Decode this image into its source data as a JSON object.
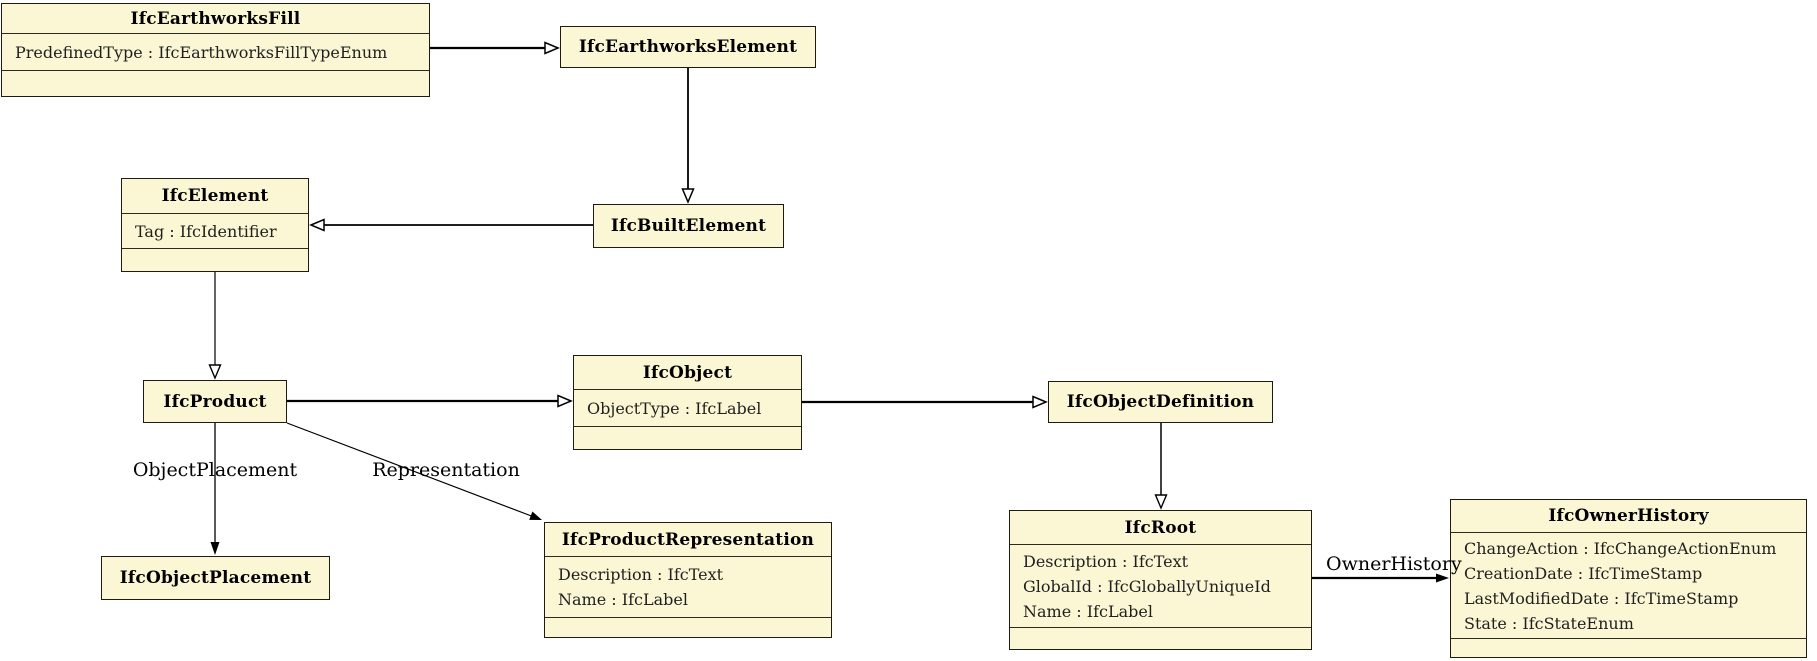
{
  "diagram": {
    "type": "uml-class-diagram",
    "subject": "IFC entity inheritance and associations"
  },
  "colors": {
    "class_fill": "#fbf7d4",
    "class_border": "#1c1c14",
    "edge_color": "#000000",
    "background": "#ffffff"
  },
  "classes": [
    {
      "name": "IfcEarthworksFill",
      "attributes": [
        "PredefinedType : IfcEarthworksFillTypeEnum"
      ]
    },
    {
      "name": "IfcEarthworksElement",
      "attributes": []
    },
    {
      "name": "IfcElement",
      "attributes": [
        "Tag : IfcIdentifier"
      ]
    },
    {
      "name": "IfcBuiltElement",
      "attributes": []
    },
    {
      "name": "IfcProduct",
      "attributes": []
    },
    {
      "name": "IfcObject",
      "attributes": [
        "ObjectType : IfcLabel"
      ]
    },
    {
      "name": "IfcObjectDefinition",
      "attributes": []
    },
    {
      "name": "IfcObjectPlacement",
      "attributes": []
    },
    {
      "name": "IfcProductRepresentation",
      "attributes": [
        "Description : IfcText",
        "Name : IfcLabel"
      ]
    },
    {
      "name": "IfcRoot",
      "attributes": [
        "Description : IfcText",
        "GlobalId : IfcGloballyUniqueId",
        "Name : IfcLabel"
      ]
    },
    {
      "name": "IfcOwnerHistory",
      "attributes": [
        "ChangeAction : IfcChangeActionEnum",
        "CreationDate : IfcTimeStamp",
        "LastModifiedDate : IfcTimeStamp",
        "State : IfcStateEnum"
      ]
    }
  ],
  "edge_labels": {
    "object_placement": "ObjectPlacement",
    "representation": "Representation",
    "owner_history": "OwnerHistory"
  },
  "relationships": [
    {
      "from": "IfcEarthworksFill",
      "to": "IfcEarthworksElement",
      "type": "generalization",
      "label": ""
    },
    {
      "from": "IfcEarthworksElement",
      "to": "IfcBuiltElement",
      "type": "generalization",
      "label": ""
    },
    {
      "from": "IfcBuiltElement",
      "to": "IfcElement",
      "type": "generalization",
      "label": ""
    },
    {
      "from": "IfcElement",
      "to": "IfcProduct",
      "type": "generalization",
      "label": ""
    },
    {
      "from": "IfcProduct",
      "to": "IfcObject",
      "type": "generalization",
      "label": ""
    },
    {
      "from": "IfcObject",
      "to": "IfcObjectDefinition",
      "type": "generalization",
      "label": ""
    },
    {
      "from": "IfcObjectDefinition",
      "to": "IfcRoot",
      "type": "generalization",
      "label": ""
    },
    {
      "from": "IfcProduct",
      "to": "IfcObjectPlacement",
      "type": "association",
      "label": "ObjectPlacement"
    },
    {
      "from": "IfcProduct",
      "to": "IfcProductRepresentation",
      "type": "association",
      "label": "Representation"
    },
    {
      "from": "IfcRoot",
      "to": "IfcOwnerHistory",
      "type": "association",
      "label": "OwnerHistory"
    }
  ]
}
